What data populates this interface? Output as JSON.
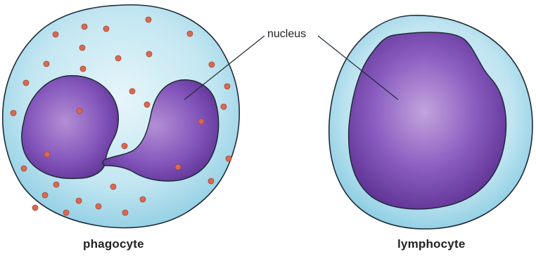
{
  "labels": {
    "phagocyte": "phagocyte",
    "lymphocyte": "lymphocyte",
    "nucleus": "nucleus"
  },
  "colors": {
    "cytoplasm_light": "#d8eff6",
    "cytoplasm": "#b6e0ee",
    "cytoplasm_edge": "#8ccde3",
    "nucleus_light": "#c6a8dc",
    "nucleus": "#7a4db0",
    "nucleus_dark": "#5a2f8c",
    "granule": "#d96a52",
    "outline": "#1e2a38"
  }
}
